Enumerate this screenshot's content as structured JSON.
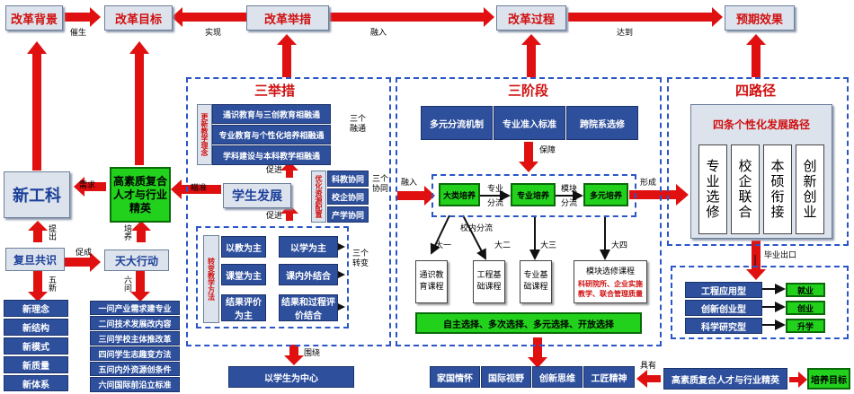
{
  "top": {
    "background": "改革背景",
    "goal": "改革目标",
    "measures": "改革举措",
    "process": "改革过程",
    "effect": "预期效果"
  },
  "top_links": {
    "cuisheng": "催生",
    "shixian": "实现",
    "rongru": "融入",
    "dadao": "达到"
  },
  "left": {
    "xingongke": "新工科",
    "xuqiu": "需求",
    "tichu": "提出",
    "fudan": "复旦共识",
    "cucheng": "促成",
    "tianda": "天大行动",
    "peiyang": "培养",
    "wuxin": "五新",
    "liuwen": "六问",
    "talent": "高素质复合人才与行业精英",
    "miaozhun": "瞄准",
    "new_items": [
      "新理念",
      "新结构",
      "新模式",
      "新质量",
      "新体系"
    ],
    "six_items": [
      "一问产业需求建专业",
      "二问技术发展改内容",
      "三问学校主体推改革",
      "四问学生志趣变方法",
      "五问内外资源创条件",
      "六问国际前沿立标准"
    ]
  },
  "sanjucuo": {
    "title": "三举措",
    "gengxin": "更新教学理念",
    "san_rongtong": "三个融通",
    "rongtong_items": [
      "通识教育与三创教育相融通",
      "专业教育与个性化培养相融通",
      "学科建设与本科教学相融通"
    ],
    "cujin": "促进",
    "student_dev": "学生发展",
    "youhua": "优化资源配置",
    "xietong_items": [
      "科教协同",
      "校企协同",
      "产学协同"
    ],
    "san_xietong": "三个协同",
    "zhuanbian": "转变教学方法",
    "zhuan_left": [
      "以教为主",
      "课堂为主",
      "结果评价为主"
    ],
    "zhuan_right": [
      "以学为主",
      "课内外结合",
      "结果和过程评价结合"
    ],
    "san_zhuanbian": "三个转变",
    "weirao": "围绕",
    "center": "以学生为中心"
  },
  "sanjieduan": {
    "title": "三阶段",
    "mech_items": [
      "多元分流机制",
      "专业准入标准",
      "跨院系选修"
    ],
    "baozhang": "保障",
    "rongru": "融入",
    "stages": [
      "大类培养",
      "专业培养",
      "多元培养"
    ],
    "zhuanye_fenliu": "专业分流",
    "mokuai_fenliu": "模块分流",
    "xingcheng": "形成",
    "xiaonei_fenliu": "校内分流",
    "year_labels": [
      "大一",
      "大二",
      "大三",
      "大四"
    ],
    "courses": [
      "通识教育课程",
      "工程基础课程",
      "专业基础课程"
    ],
    "module_title": "模块选修课程",
    "module_red": "科研院所、企业实施教学、联合管理质量",
    "choice_bar": "自主选择、多次选择、多元选择、开放选择"
  },
  "silujing": {
    "title": "四路径",
    "banner": "四条个性化发展路径",
    "paths": [
      "专业选修",
      "校企联合",
      "本硕衔接",
      "创新创业"
    ],
    "graduation": "毕业出口",
    "types": [
      "工程应用型",
      "创新创业型",
      "科学研究型"
    ],
    "outcomes": [
      "就业",
      "创业",
      "升学"
    ]
  },
  "bottom": {
    "qualities": [
      "家国情怀",
      "国际视野",
      "创新思维",
      "工匠精神"
    ],
    "juyou": "具有",
    "talent": "高素质复合人才与行业精英",
    "goal": "培养目标"
  }
}
